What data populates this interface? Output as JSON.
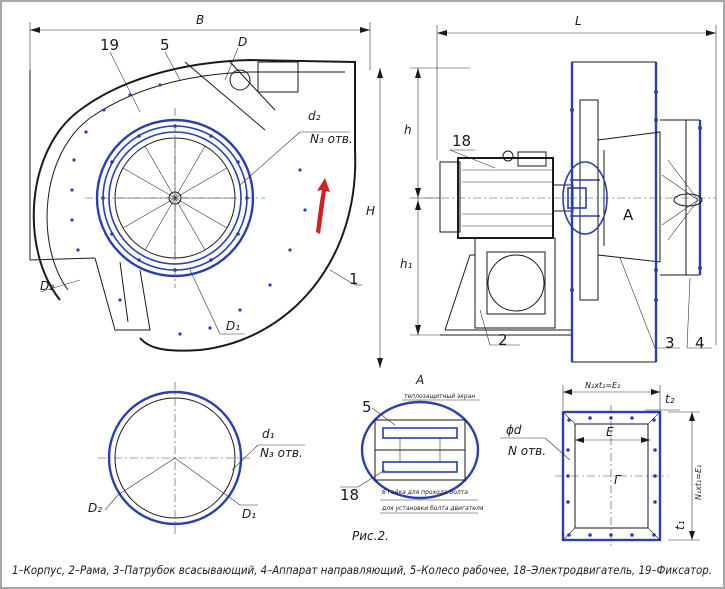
{
  "dimensions": {
    "B": "B",
    "L": "L",
    "H": "H",
    "h": "h",
    "h1": "h₁",
    "D": "D",
    "d2": "d₂",
    "N3_otv": "N₃ отв.",
    "D1": "D₁",
    "D2": "D₂",
    "d1": "d₁",
    "N3_otv_b": "N₃ отв.",
    "dim_top": "N₂xt₂=E₂",
    "t2": "t₂",
    "dim_side": "N₁xt₁=E₁",
    "E": "E",
    "E_side": "Г",
    "t1": "t₁",
    "phi_d": "ϕd",
    "N_otv": "N отв.",
    "D2_b": "D₂",
    "D1_b": "D₁"
  },
  "callouts": {
    "c19": "19",
    "c5": "5",
    "c1": "1",
    "c18": "18",
    "c2": "2",
    "c3": "3",
    "c4": "4",
    "cA": "A",
    "detail_A": "A",
    "detail_5": "5",
    "detail_18": "18"
  },
  "notes": {
    "heat_shield": "теплозащитный экран",
    "bolt_hole_1": "6 гайка для прохода болта",
    "bolt_hole_2": "для установки болта двигателя"
  },
  "figure_caption": "Рис.2.",
  "legend": "1–Корпус, 2–Рама, 3–Патрубок всасывающий, 4–Аппарат направляющий, 5–Колесо рабочее, 18–Электродвигатель, 19–Фиксатор.",
  "colors": {
    "line": "#1a1a1a",
    "accent": "#2a3fb0",
    "arrow": "#d21f1f",
    "border": "#8a8a8a"
  }
}
